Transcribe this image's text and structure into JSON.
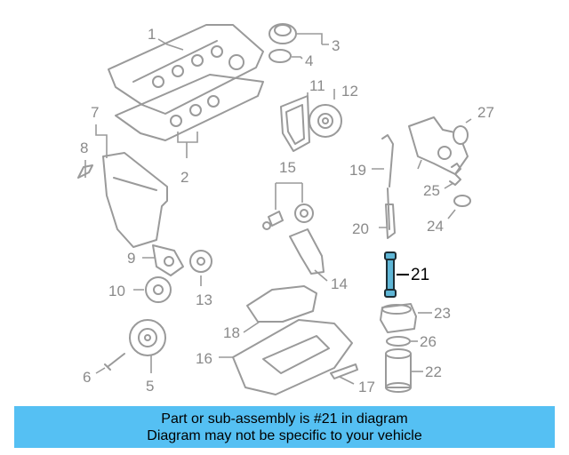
{
  "diagram": {
    "callouts": {
      "c1": "1",
      "c2": "2",
      "c3": "3",
      "c4": "4",
      "c5": "5",
      "c6": "6",
      "c7": "7",
      "c8": "8",
      "c9": "9",
      "c10": "10",
      "c11": "11",
      "c12": "12",
      "c13": "13",
      "c14": "14",
      "c15": "15",
      "c16": "16",
      "c17": "17",
      "c18": "18",
      "c19": "19",
      "c20": "20",
      "c21": "21",
      "c22": "22",
      "c23": "23",
      "c24": "24",
      "c25": "25",
      "c26": "26",
      "c27": "27"
    },
    "highlight_color": "#5fb6d6",
    "line_color": "#9a9a9a"
  },
  "caption": {
    "line1": "Part or sub-assembly is #21 in diagram",
    "line2": "Diagram may not be specific to your vehicle",
    "background": "#55c0f3"
  }
}
